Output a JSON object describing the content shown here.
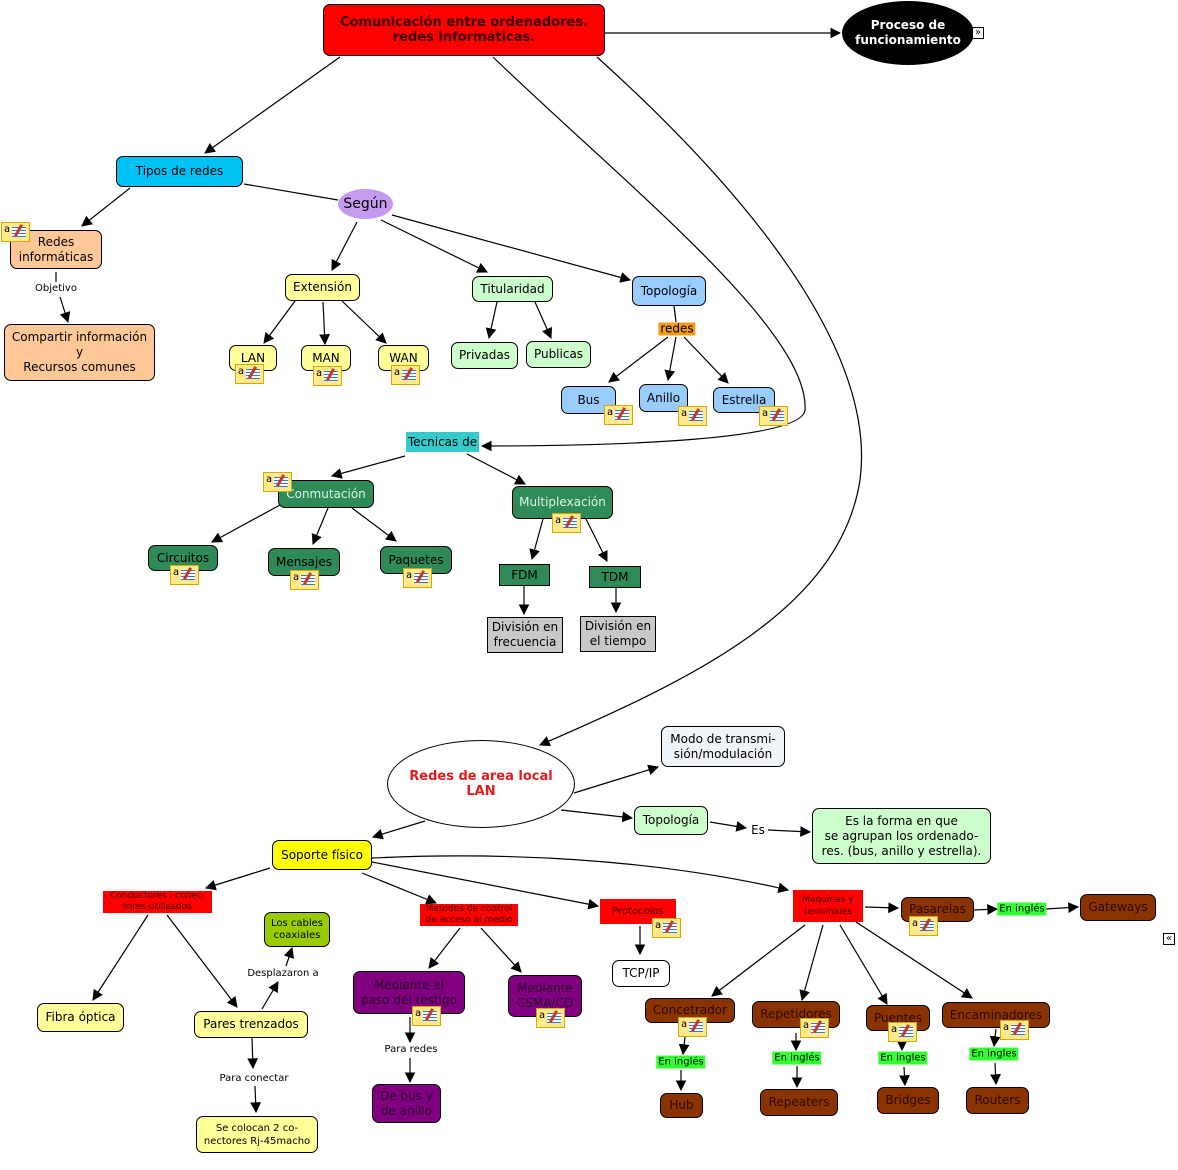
{
  "colors": {
    "red": "#ff0000",
    "black": "#000000",
    "cyan": "#00c2f5",
    "lavender": "#c59bf0",
    "peach": "#ffc896",
    "yellow_light": "#ffff99",
    "mint": "#ccffcc",
    "blue_light": "#99ccff",
    "orange": "#f39c12",
    "teal": "#33cccc",
    "green_dark": "#2e8b57",
    "gray": "#c8c8c8",
    "pale_blue": "#eef4f7",
    "yellow": "#ffff00",
    "olive": "#99cc00",
    "purple": "#800080",
    "brown": "#8b3300",
    "green_bright": "#33ff33"
  },
  "nodes": {
    "root": "Comunicación entre ordenadores.\nredes informáticas.",
    "proceso": "Proceso de\nfuncionamiento",
    "tipos_redes": "Tipos de redes",
    "segun": "Según",
    "redes_informaticas": "Redes\ninformáticas",
    "compartir": "Compartir información\ny\nRecursos comunes",
    "extension": "Extensión",
    "titularidad": "Titularidad",
    "topologia": "Topología",
    "lan": "LAN",
    "man": "MAN",
    "wan": "WAN",
    "privadas": "Privadas",
    "publicas": "Publicas",
    "bus": "Bus",
    "anillo": "Anillo",
    "estrella": "Estrella",
    "tecnicas": "Tecnicas de",
    "conmutacion": "Conmutación",
    "multiplexacion": "Multiplexación",
    "circuitos": "Circuitos",
    "mensajes": "Mensajes",
    "paquetes": "Paquetes",
    "fdm": "FDM",
    "tdm": "TDM",
    "div_frecuencia": "División en\nfrecuencia",
    "div_tiempo": "División en\nel tiempo",
    "lan_ellipse": "Redes de area local\nLAN",
    "modo": "Modo de transmi-\nsión/modulación",
    "topologia2": "Topología",
    "es_forma": "Es la forma en que\nse agrupan los ordenado-\nres. (bus, anillo y estrella).",
    "soporte": "Soporte físico",
    "conductores": "Conductores i conec-\ntores utilizados",
    "metodos": "Metodos de control\nde acceso al medio",
    "protocolos": "Protocolos",
    "maquinas": "Maquinas y\nterminales",
    "fibra": "Fibra óptica",
    "pares": "Pares trenzados",
    "coaxiales": "Los cables\ncoaxiales",
    "rj45": "Se colocan 2 co-\nnectores Rj-45macho",
    "testigo": "Mediante el\npaso del testigo",
    "csma": "Mediante\nCSMA/CD",
    "bus_anillo": "De bus y\nde anillo",
    "tcpip": "TCP/IP",
    "pasarelas": "Pasarelas",
    "gateways": "Gateways",
    "concentrador": "Concetrador",
    "repetidores": "Repetidores",
    "puentes": "Puentes",
    "encaminadores": "Encaminadores",
    "hub": "Hub",
    "repeaters": "Repeaters",
    "bridges": "Bridges",
    "routers": "Routers"
  },
  "link_labels": {
    "objetivo": "Objetivo",
    "redes": "redes",
    "es": "Es",
    "desplazaron": "Desplazaron a",
    "para_conectar": "Para conectar",
    "para_redes": "Para redes",
    "en_ingles_pasarelas": "En inglés",
    "en_ingles_hub": "En inglés",
    "en_ingles_repeaters": "En inglés",
    "en_ingles_bridges": "En ingles",
    "en_ingles_routers": "En ingles"
  },
  "icons": {
    "note": "annotation-note-icon",
    "expand_right": "»",
    "expand_left": "«"
  }
}
